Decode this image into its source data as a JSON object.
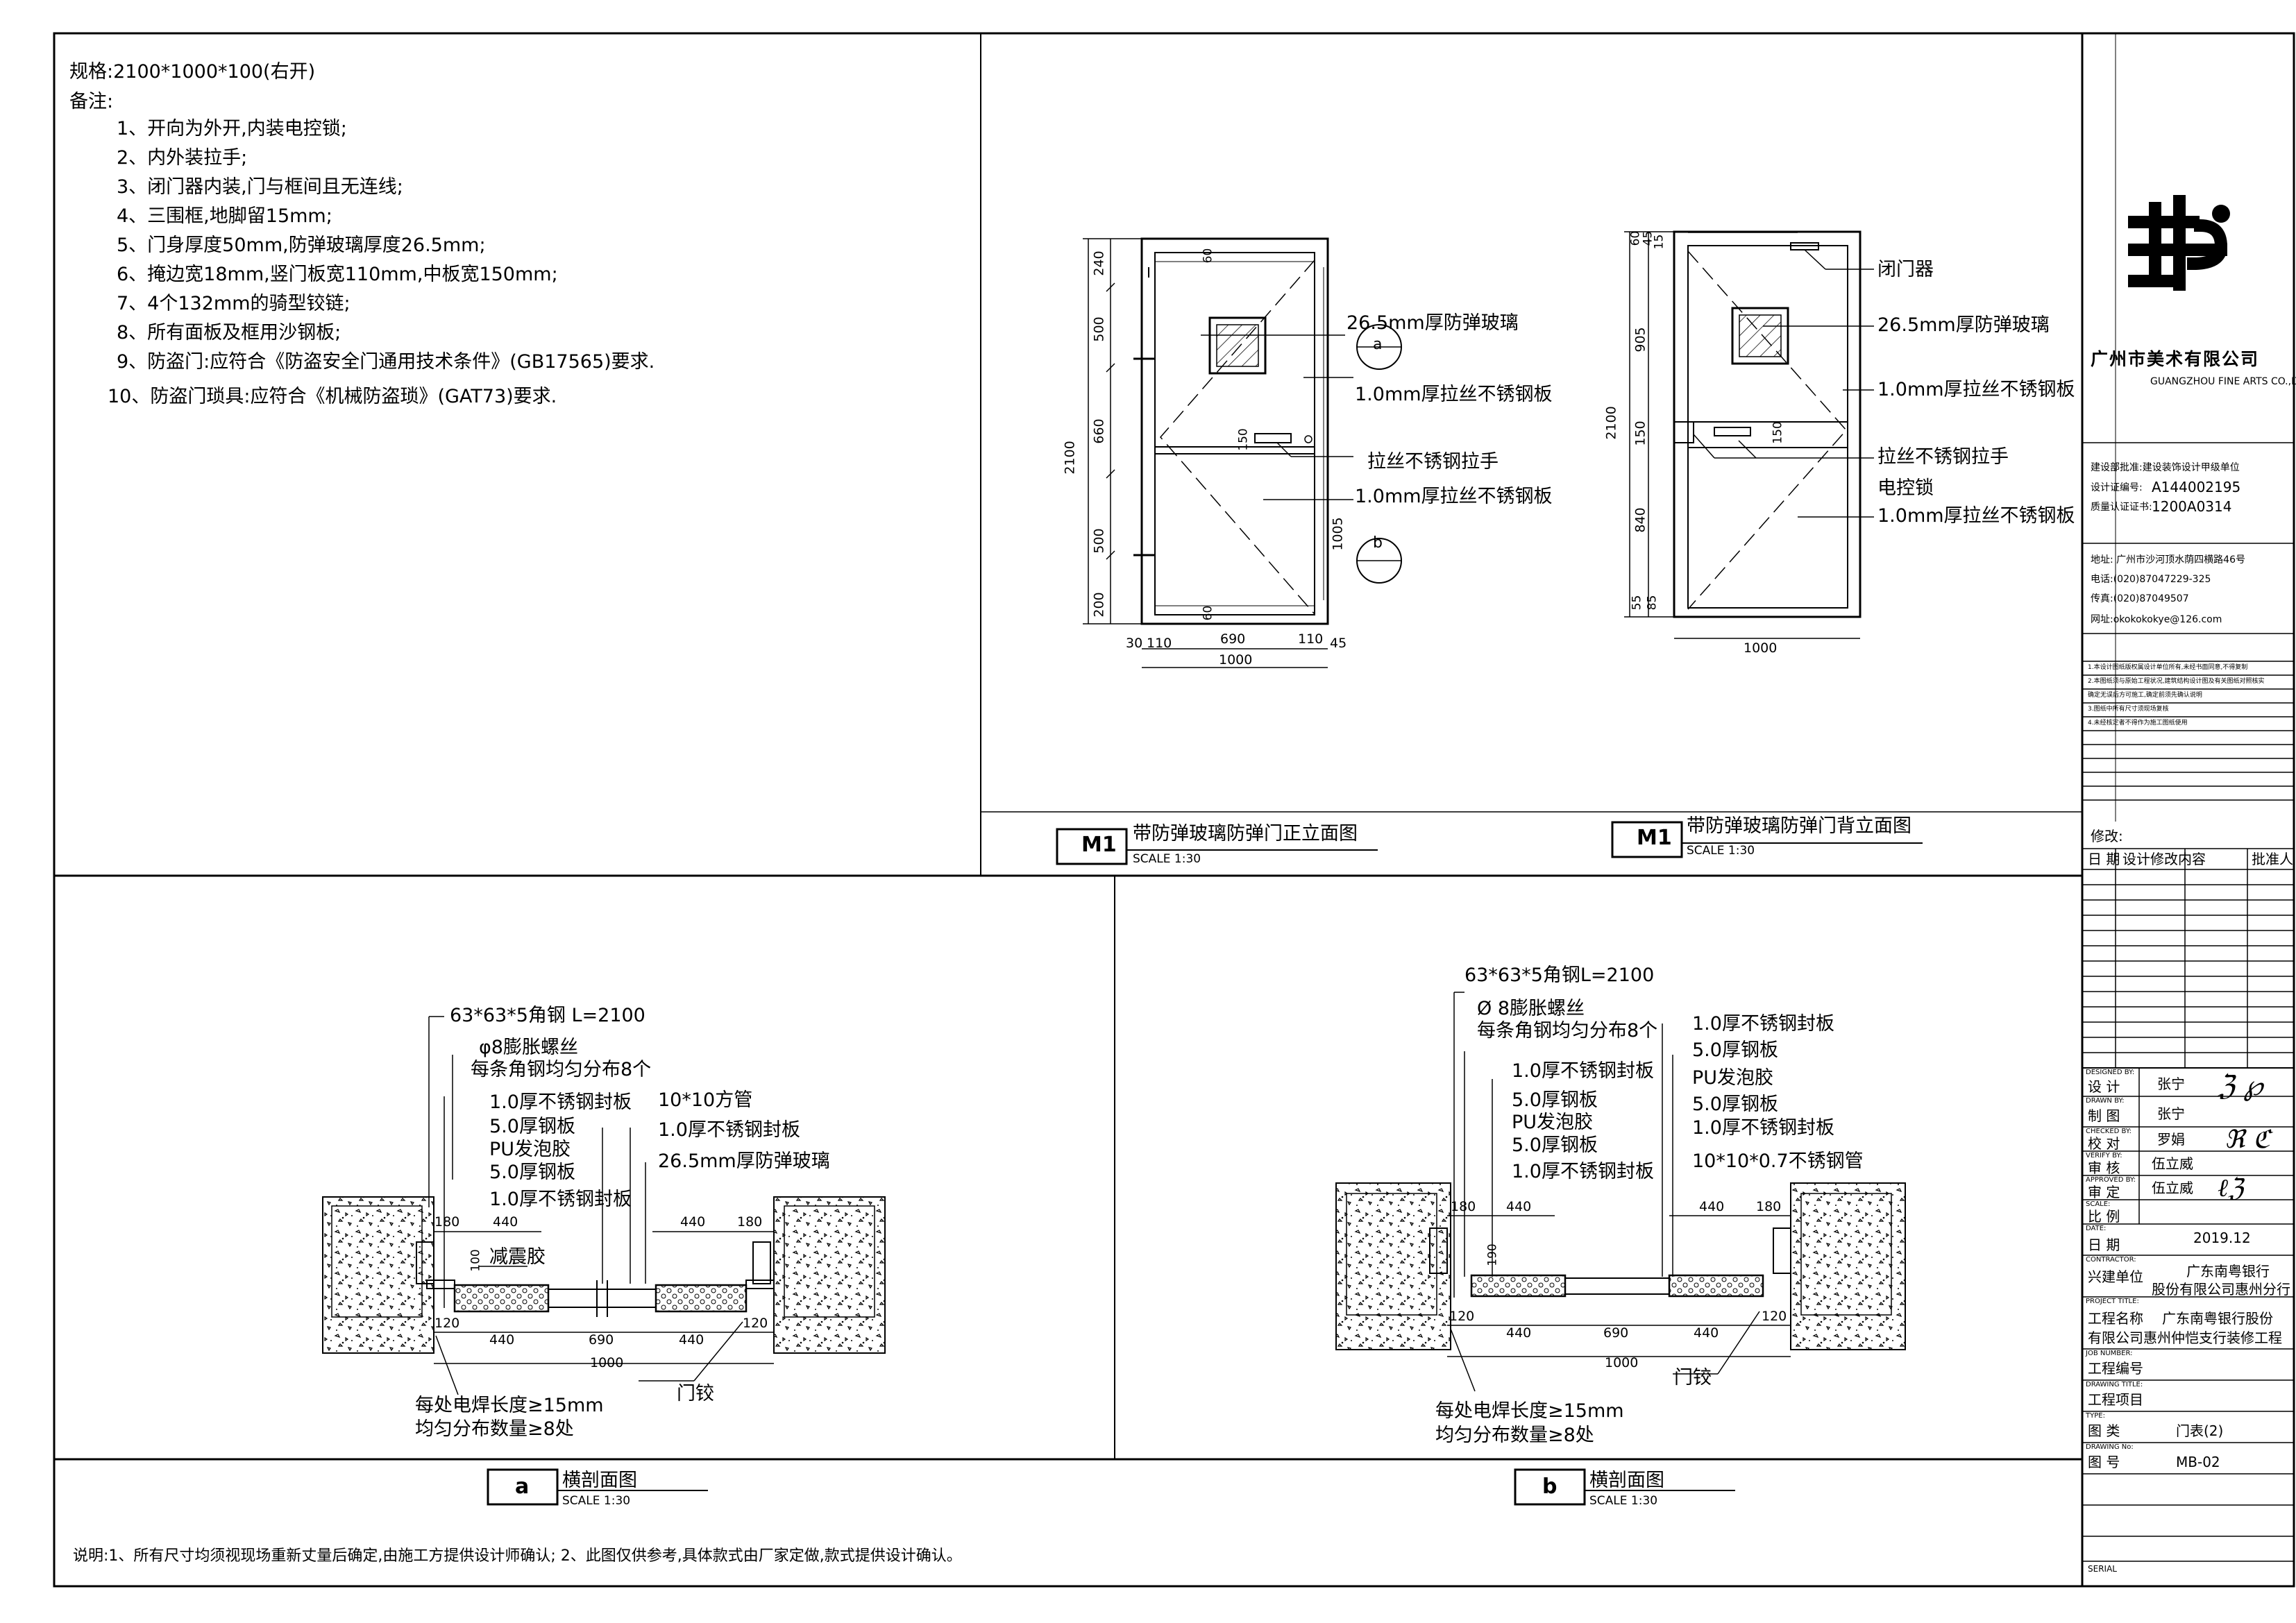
{
  "notes": {
    "spec": "规格:2100*1000*100(右开)",
    "heading": "备注:",
    "items": [
      "1、开向为外开,内装电控锁;",
      "2、内外装拉手;",
      "3、闭门器内装,门与框间且无连线;",
      "4、三围框,地脚留15mm;",
      "5、门身厚度50mm,防弹玻璃厚度26.5mm;",
      "6、掩边宽18mm,竖门板宽110mm,中板宽150mm;",
      "7、4个132mm的骑型铰链;",
      "8、所有面板及框用沙钢板;",
      "9、防盗门:应符合《防盗安全门通用技术条件》(GB17565)要求.",
      "10、防盗门琐具:应符合《机械防盗琐》(GAT73)要求."
    ]
  },
  "front_elev": {
    "labels": [
      "26.5mm厚防弹玻璃",
      "1.0mm厚拉丝不锈钢板",
      "拉丝不锈钢拉手",
      "1.0mm厚拉丝不锈钢板"
    ],
    "sec_a": "a",
    "sec_b": "b",
    "dims_v": [
      "240",
      "500",
      "660",
      "500",
      "200"
    ],
    "dims_v2": [
      "60",
      "150",
      "1005",
      "60"
    ],
    "total_h": "2100",
    "dims_h": [
      "30",
      "110",
      "690",
      "110",
      "45"
    ],
    "total_w": "1000",
    "tag": "M1",
    "title": "带防弹玻璃防弹门正立面图",
    "scale": "SCALE 1:30"
  },
  "back_elev": {
    "labels": [
      "闭门器",
      "26.5mm厚防弹玻璃",
      "1.0mm厚拉丝不锈钢板",
      "拉丝不锈钢拉手",
      "电控锁",
      "1.0mm厚拉丝不锈钢板"
    ],
    "dims_v": [
      "60",
      "45",
      "15",
      "905",
      "150",
      "840",
      "55",
      "85"
    ],
    "dims_v2": [
      "150"
    ],
    "total_h": "2100",
    "total_w": "1000",
    "tag": "M1",
    "title": "带防弹玻璃防弹门背立面图",
    "scale": "SCALE 1:30"
  },
  "section_a": {
    "labels": [
      "63*63*5角钢  L=2100",
      "φ8膨胀螺丝",
      "每条角钢均匀分布8个",
      "1.0厚不锈钢封板",
      "5.0厚钢板",
      "PU发泡胶",
      "5.0厚钢板",
      "1.0厚不锈钢封板",
      "10*10方管",
      "1.0厚不锈钢封板",
      "26.5mm厚防弹玻璃",
      "减震胶",
      "每处电焊长度≥15mm",
      "均匀分布数量≥8处",
      "门铰"
    ],
    "dims": [
      "180",
      "440",
      "440",
      "180",
      "120",
      "440",
      "690",
      "440",
      "120",
      "1000",
      "100"
    ],
    "tag": "a",
    "title": "横剖面图",
    "scale": "SCALE 1:30"
  },
  "section_b": {
    "labels": [
      "63*63*5角钢L=2100",
      "Ø 8膨胀螺丝",
      "每条角钢均匀分布8个",
      "1.0厚不锈钢封板",
      "5.0厚钢板",
      "PU发泡胶",
      "5.0厚钢板",
      "1.0厚不锈钢封板",
      "1.0厚不锈钢封板",
      "5.0厚钢板",
      "PU发泡胶",
      "5.0厚钢板",
      "1.0厚不锈钢封板",
      "10*10*0.7不锈钢管",
      "每处电焊长度≥15mm",
      "均匀分布数量≥8处",
      "门铰"
    ],
    "dims": [
      "180",
      "440",
      "440",
      "180",
      "120",
      "440",
      "690",
      "440",
      "120",
      "1000",
      "190"
    ],
    "tag": "b",
    "title": "横剖面图",
    "scale": "SCALE 1:30"
  },
  "footer_note": "说明:1、所有尺寸均须视现场重新丈量后确定,由施工方提供设计师确认; 2、此图仅供参考,具体款式由厂家定做,款式提供设计确认。",
  "title_block": {
    "company_cn": "广州市美术有限公司",
    "company_en": "GUANGZHOU FINE ARTS CO.,LTD",
    "cert1": "建设部批准:建设装饰设计甲级单位",
    "cert2_label": "设计证编号:",
    "cert2": "A144002195",
    "cert3_label": "质量认证证书:",
    "cert3": "1200A0314",
    "addr": "地址:  广州市沙河顶水荫四横路46号",
    "tel": "电话:(020)87047229-325",
    "fax": "传真:(020)87049507",
    "web": "网址:okokokokye@126.com",
    "disclaimers": [
      "1.本设计图纸版权属设计单位所有,未经书面同意,不得复制",
      "2.本图纸须与原始工程状况,建筑结构设计图及有关图纸对照核实",
      "  确定无误后方可施工,确定前须先确认说明",
      "3.图纸中所有尺寸须现场复核",
      "4.未经核定者不得作为施工图纸使用"
    ],
    "revision": "修改:",
    "rev_headers": [
      "日 期",
      "设计修改内容",
      "批准人"
    ],
    "designed_en": "DESIGNED BY:",
    "designed": "设  计",
    "designer": "张宁",
    "drawn_en": "DRAWN BY:",
    "drawn": "制  图",
    "drawer": "张宁",
    "checked_en": "CHECKED BY:",
    "checked": "校  对",
    "checker": "罗娟",
    "verify_en": "VERIFY BY:",
    "verify": "审  核",
    "verifier": "伍立威",
    "approved_en": "APPROVED BY:",
    "approved": "审  定",
    "approver": "伍立威",
    "scale_en": "SCALE:",
    "scale": "比 例",
    "date_en": "DATE:",
    "date": "日  期",
    "date_val": "2019.12",
    "contractor_en": "CONTRACTOR:",
    "contractor": "兴建单位",
    "contractor_val1": "广东南粤银行",
    "contractor_val2": "股份有限公司惠州分行",
    "project_en": "PROJECT TITLE:",
    "project": "工程名称",
    "project_val1": "广东南粤银行股份",
    "project_val2": "有限公司惠州仲恺支行装修工程",
    "job_en": "JOB NUMBER:",
    "job": "工程编号",
    "dtitle_en": "DRAWING TITLE:",
    "dtitle": "工程项目",
    "type_en": "TYPE:",
    "type": "图  类",
    "type_val": "门表(2)",
    "dno_en": "DRAWING No:",
    "dno": "图  号",
    "dno_val": "MB-02",
    "serial": "SERIAL"
  }
}
